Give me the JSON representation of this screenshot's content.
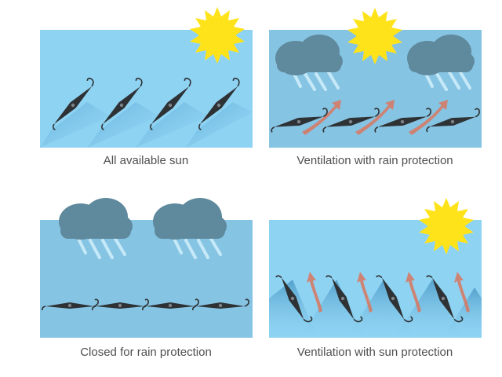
{
  "panels": [
    {
      "caption": "All available sun"
    },
    {
      "caption": "Ventilation with rain protection"
    },
    {
      "caption": "Closed for rain protection"
    },
    {
      "caption": "Ventilation with sun protection"
    }
  ],
  "colors": {
    "sky_light": "#8fd3f3",
    "sky_dark": "#86c4e3",
    "sun": "#ffe31a",
    "cloud": "#5f899d",
    "rain": "#cdeefb",
    "louvre": "#2e3235",
    "arrow": "#d9775f",
    "caption": "#4f4f4f"
  },
  "icons": [
    "sun-icon",
    "cloud-icon",
    "rain-icon",
    "louvre-icon",
    "airflow-arrow-icon"
  ]
}
